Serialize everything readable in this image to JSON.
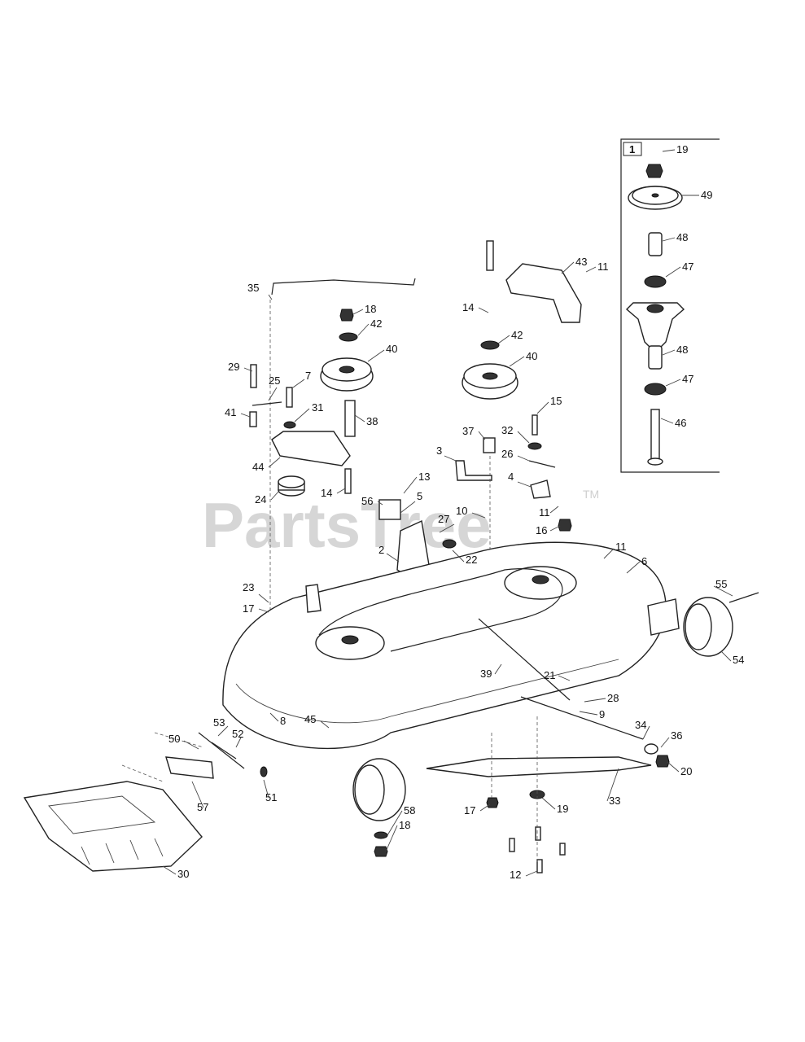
{
  "watermark": {
    "text": "PartsTree",
    "trademark": "TM"
  },
  "inset": {
    "label": "1"
  },
  "callouts": [
    {
      "id": "c19a",
      "text": "19"
    },
    {
      "id": "c49",
      "text": "49"
    },
    {
      "id": "c48a",
      "text": "48"
    },
    {
      "id": "c47a",
      "text": "47"
    },
    {
      "id": "c48b",
      "text": "48"
    },
    {
      "id": "c47b",
      "text": "47"
    },
    {
      "id": "c46",
      "text": "46"
    },
    {
      "id": "c43",
      "text": "43"
    },
    {
      "id": "c11a",
      "text": "11"
    },
    {
      "id": "c35",
      "text": "35"
    },
    {
      "id": "c18a",
      "text": "18"
    },
    {
      "id": "c42a",
      "text": "42"
    },
    {
      "id": "c40a",
      "text": "40"
    },
    {
      "id": "c14a",
      "text": "14"
    },
    {
      "id": "c42b",
      "text": "42"
    },
    {
      "id": "c40b",
      "text": "40"
    },
    {
      "id": "c29",
      "text": "29"
    },
    {
      "id": "c25",
      "text": "25"
    },
    {
      "id": "c7",
      "text": "7"
    },
    {
      "id": "c41",
      "text": "41"
    },
    {
      "id": "c31",
      "text": "31"
    },
    {
      "id": "c38",
      "text": "38"
    },
    {
      "id": "c15",
      "text": "15"
    },
    {
      "id": "c32",
      "text": "32"
    },
    {
      "id": "c37",
      "text": "37"
    },
    {
      "id": "c44",
      "text": "44"
    },
    {
      "id": "c3",
      "text": "3"
    },
    {
      "id": "c26",
      "text": "26"
    },
    {
      "id": "c24",
      "text": "24"
    },
    {
      "id": "c14b",
      "text": "14"
    },
    {
      "id": "c56",
      "text": "56"
    },
    {
      "id": "c13",
      "text": "13"
    },
    {
      "id": "c4",
      "text": "4"
    },
    {
      "id": "c5",
      "text": "5"
    },
    {
      "id": "c10",
      "text": "10"
    },
    {
      "id": "c11b",
      "text": "11"
    },
    {
      "id": "c27",
      "text": "27"
    },
    {
      "id": "c16",
      "text": "16"
    },
    {
      "id": "c2",
      "text": "2"
    },
    {
      "id": "c22",
      "text": "22"
    },
    {
      "id": "c11c",
      "text": "11"
    },
    {
      "id": "c6",
      "text": "6"
    },
    {
      "id": "c23",
      "text": "23"
    },
    {
      "id": "c17a",
      "text": "17"
    },
    {
      "id": "c55",
      "text": "55"
    },
    {
      "id": "c54",
      "text": "54"
    },
    {
      "id": "c39",
      "text": "39"
    },
    {
      "id": "c21",
      "text": "21"
    },
    {
      "id": "c28",
      "text": "28"
    },
    {
      "id": "c9",
      "text": "9"
    },
    {
      "id": "c8",
      "text": "8"
    },
    {
      "id": "c45",
      "text": "45"
    },
    {
      "id": "c34",
      "text": "34"
    },
    {
      "id": "c36",
      "text": "36"
    },
    {
      "id": "c20",
      "text": "20"
    },
    {
      "id": "c53",
      "text": "53"
    },
    {
      "id": "c52",
      "text": "52"
    },
    {
      "id": "c50",
      "text": "50"
    },
    {
      "id": "c33",
      "text": "33"
    },
    {
      "id": "c17b",
      "text": "17"
    },
    {
      "id": "c19b",
      "text": "19"
    },
    {
      "id": "c51",
      "text": "51"
    },
    {
      "id": "c57",
      "text": "57"
    },
    {
      "id": "c58",
      "text": "58"
    },
    {
      "id": "c18b",
      "text": "18"
    },
    {
      "id": "c12",
      "text": "12"
    },
    {
      "id": "c30",
      "text": "30"
    }
  ]
}
